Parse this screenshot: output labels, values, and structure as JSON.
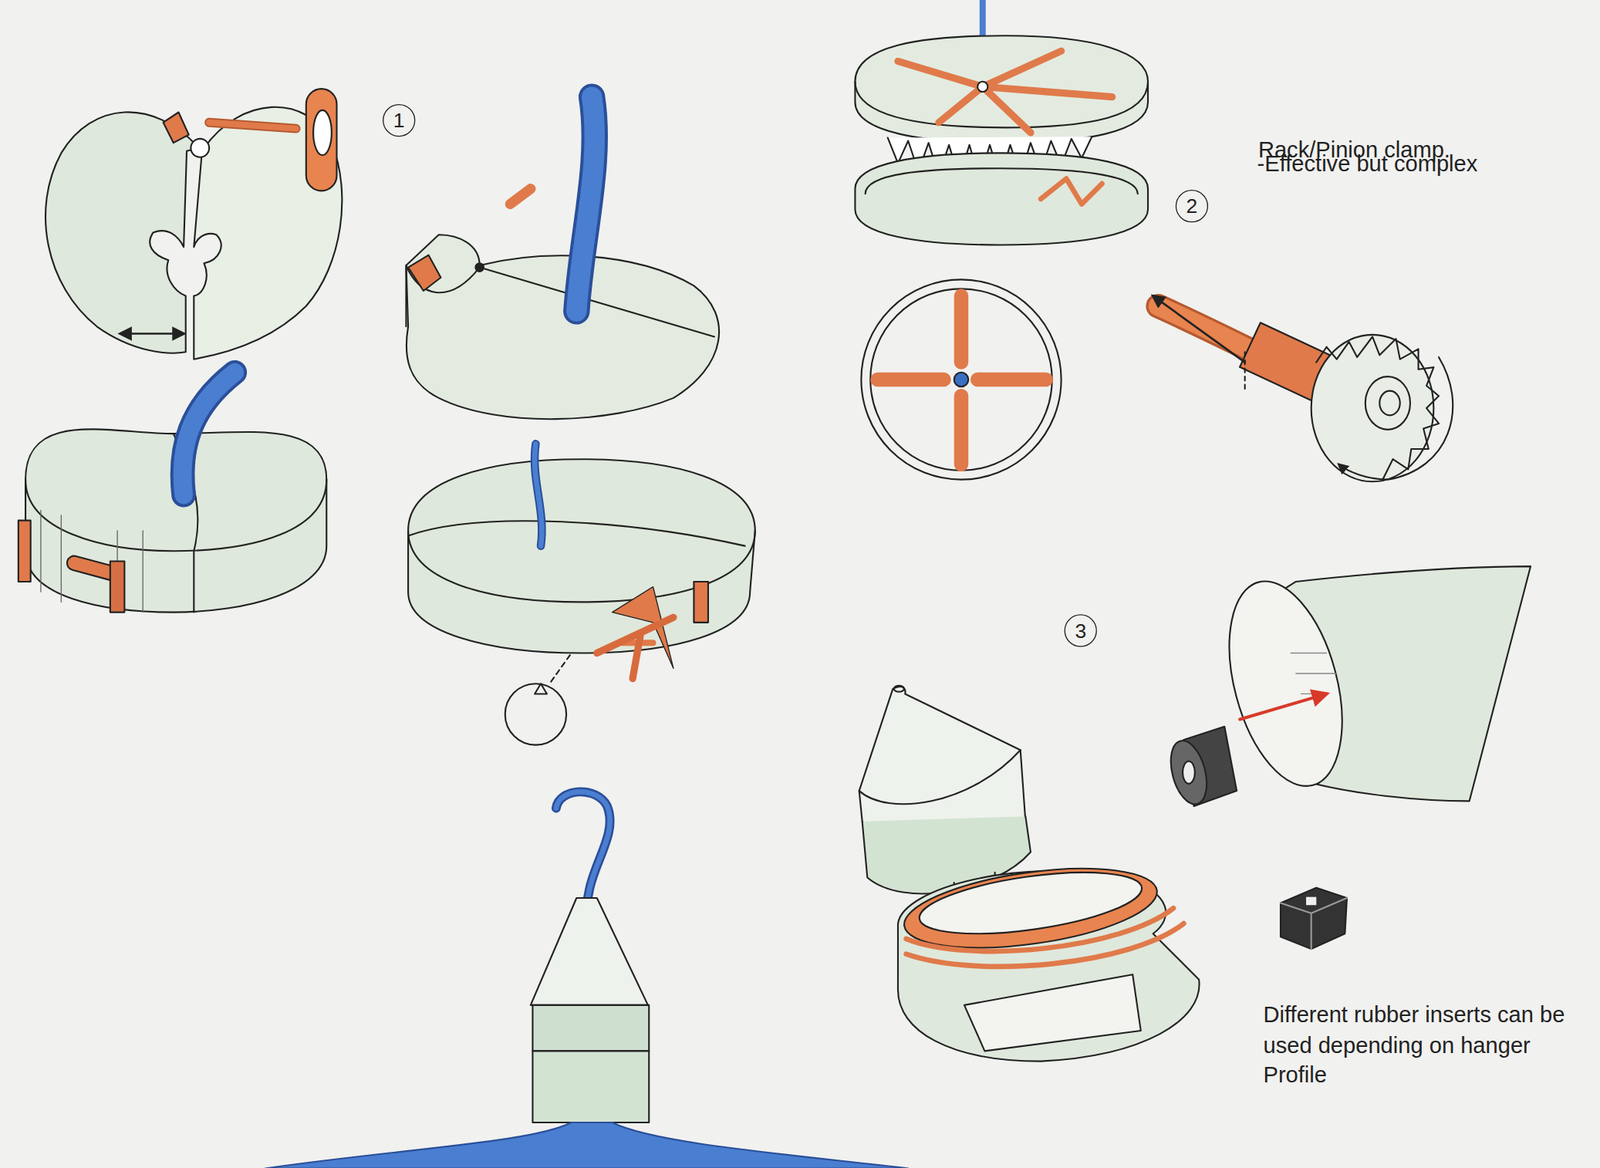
{
  "diagram": {
    "nodes": [
      {
        "text": [
          "1"
        ]
      },
      {
        "text": [
          "2"
        ]
      },
      {
        "text": [
          "3"
        ]
      }
    ],
    "labels": [
      "Rack/Pinion clamp.",
      "-Effective but complex",
      "Different rubber inserts can be used depending on hanger Profile"
    ]
  }
}
